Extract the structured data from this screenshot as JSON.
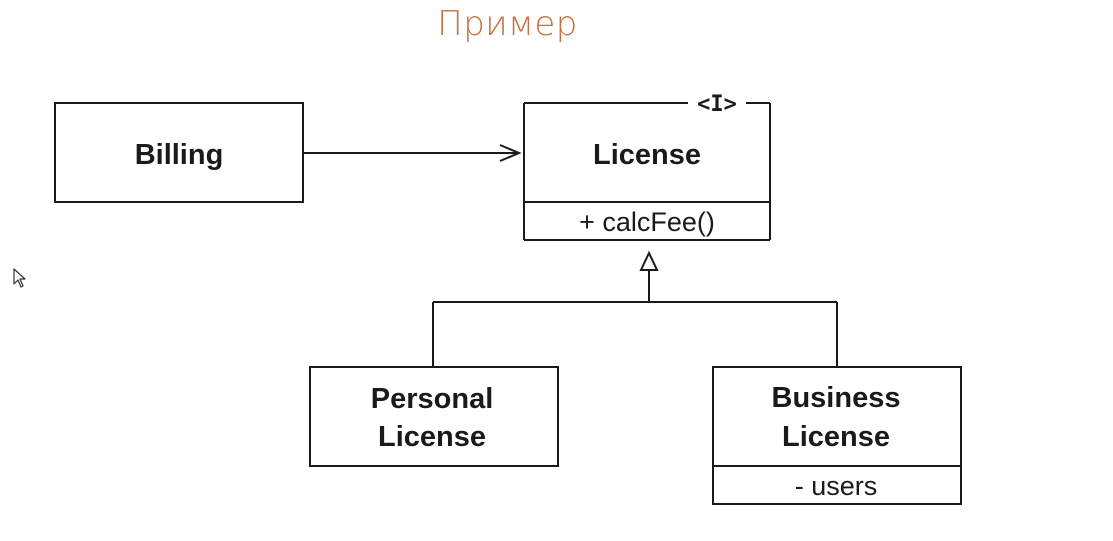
{
  "slide": {
    "title": "Пример"
  },
  "diagram": {
    "classes": {
      "billing": {
        "name": "Billing"
      },
      "license": {
        "stereotype": "<I>",
        "name": "License",
        "operation": "+ calcFee()"
      },
      "personal_license": {
        "name_line1": "Personal",
        "name_line2": "License"
      },
      "business_license": {
        "name_line1": "Business",
        "name_line2": "License",
        "attribute": "- users"
      }
    }
  },
  "colors": {
    "title": "#c8703f",
    "line": "#1a1a1a"
  }
}
